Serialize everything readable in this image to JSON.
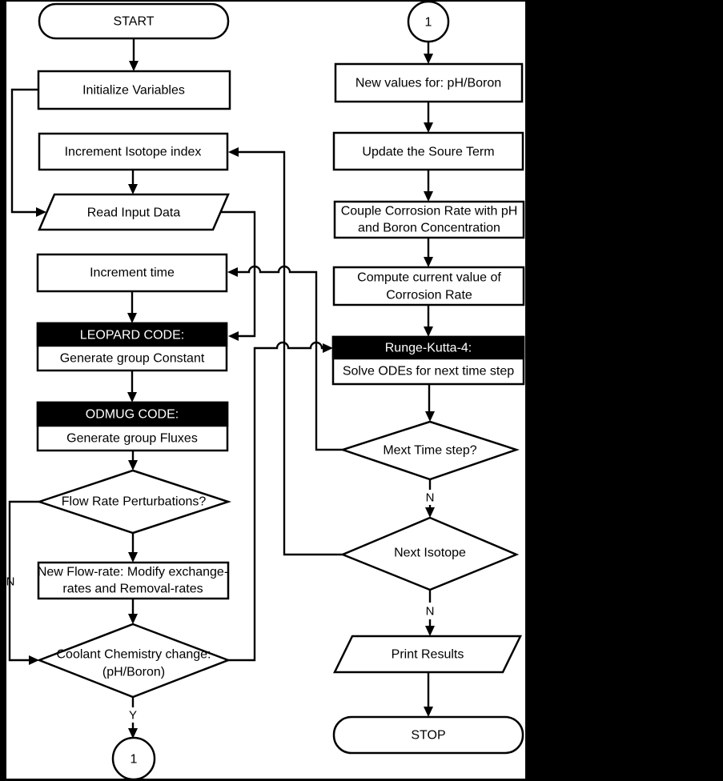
{
  "diagram": {
    "left": {
      "start": "START",
      "initialize_variables": "Initialize Variables",
      "increment_isotope": "Increment Isotope index",
      "read_input_data": "Read Input Data",
      "increment_time": "Increment time",
      "leopard_title": "LEOPARD CODE:",
      "leopard_subtitle": "Generate group Constant",
      "odmug_title": "ODMUG CODE:",
      "odmug_subtitle": "Generate group Fluxes",
      "flow_rate_perturbations": "Flow Rate Perturbations?",
      "new_flow_rate_line1": "New Flow-rate: Modify exchange-",
      "new_flow_rate_line2": "rates and Removal-rates",
      "coolant_change_line1": "Coolant Chemistry change:",
      "coolant_change_line2": "(pH/Boron)",
      "no_label": "N",
      "yes_label": "Y",
      "connector_label": "1"
    },
    "right": {
      "connector_label": "1",
      "new_values": "New values for: pH/Boron",
      "update_source_term": "Update the Soure Term",
      "couple_corrosion_line1": "Couple Corrosion Rate with pH",
      "couple_corrosion_line2": "and Boron Concentration",
      "compute_corrosion_line1": "Compute current value of",
      "compute_corrosion_line2": "Corrosion Rate",
      "runge_kutta_title": "Runge-Kutta-4:",
      "runge_kutta_subtitle": "Solve ODEs for next time step",
      "next_time_step": "Mext Time step?",
      "time_no_label": "N",
      "next_isotope": "Next Isotope",
      "isotope_no_label": "N",
      "print_results": "Print Results",
      "stop": "STOP"
    },
    "colors": {
      "line": "#000000",
      "shape_fill": "#ffffff",
      "header_fill": "#000000",
      "header_text": "#ffffff",
      "surround": "#000000",
      "canvas": "#ffffff"
    }
  }
}
